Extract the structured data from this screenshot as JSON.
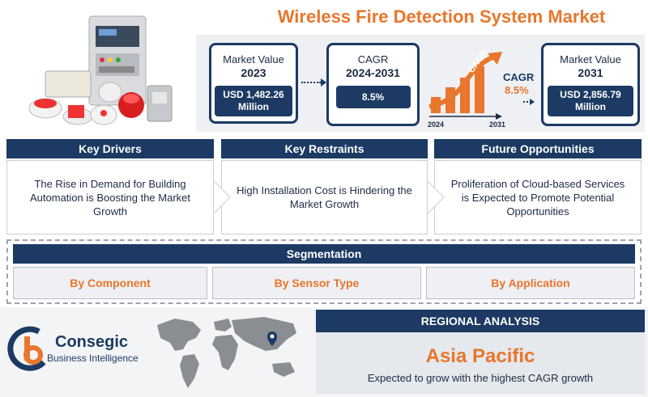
{
  "title": "Wireless Fire Detection System Market",
  "metrics": {
    "market_2023": {
      "label_line1": "Market Value",
      "label_line2": "2023",
      "value_line1": "USD 1,482.26",
      "value_line2": "Million"
    },
    "cagr": {
      "label_line1": "CAGR",
      "label_line2": "2024-2031",
      "value": "8.5%"
    },
    "graphic": {
      "arrow_label": "CAGR",
      "side_label": "CAGR",
      "side_value": "8.5%",
      "start_year": "2024",
      "end_year": "2031"
    },
    "market_2031": {
      "label_line1": "Market Value",
      "label_line2": "2031",
      "value_line1": "USD 2,856.79",
      "value_line2": "Million"
    }
  },
  "factors": [
    {
      "heading": "Key Drivers",
      "text": "The Rise in Demand for Building Automation is Boosting the Market Growth"
    },
    {
      "heading": "Key Restraints",
      "text": "High Installation Cost is Hindering the Market Growth"
    },
    {
      "heading": "Future Opportunities",
      "text": "Proliferation of Cloud-based Services is Expected to Promote Potential Opportunities"
    }
  ],
  "segmentation": {
    "heading": "Segmentation",
    "items": [
      "By Component",
      "By Sensor Type",
      "By Application"
    ]
  },
  "brand": {
    "name": "Consegic",
    "tagline": "Business Intelligence"
  },
  "regional": {
    "heading": "REGIONAL ANALYSIS",
    "region": "Asia Pacific",
    "description": "Expected to grow with the highest CAGR growth"
  },
  "colors": {
    "navy": "#1c3a63",
    "orange": "#e8762c"
  }
}
